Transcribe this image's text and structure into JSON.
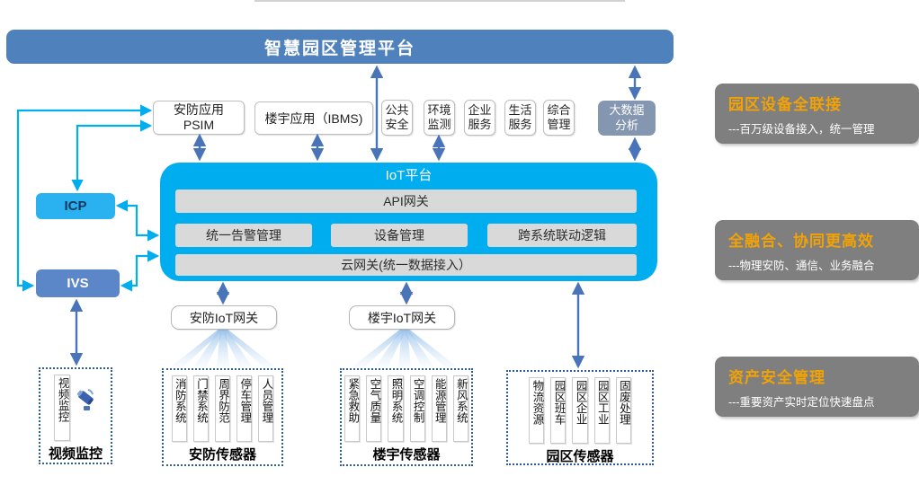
{
  "banner": {
    "title": "智慧园区管理平台"
  },
  "apps": {
    "psim": "安防应用\nPSIM",
    "ibms": "楼宇应用（IBMS)",
    "small": [
      {
        "label": "公共\n安全"
      },
      {
        "label": "环境\n监测"
      },
      {
        "label": "企业\n服务"
      },
      {
        "label": "生活\n服务"
      },
      {
        "label": "综合\n管理"
      }
    ],
    "bigdata": "大数据\n分析"
  },
  "iot": {
    "title": "IoT平台",
    "api": "API网关",
    "modules": [
      {
        "label": "统一告警管理"
      },
      {
        "label": "设备管理"
      },
      {
        "label": "跨系统联动逻辑"
      }
    ],
    "cloud": "云网关(统一数据接入）"
  },
  "left_nodes": {
    "icp": "ICP",
    "ivs": "IVS"
  },
  "gateways": {
    "security": "安防IoT网关",
    "building": "楼宇IoT网关"
  },
  "sensors": {
    "video": {
      "column": "视频监控",
      "label": "视频监控",
      "icon": "camera-icon"
    },
    "security": {
      "label": "安防传感器",
      "columns": [
        "消防系统",
        "门禁系统",
        "周界防范",
        "停车管理",
        "人员管理"
      ]
    },
    "building": {
      "label": "楼宇传感器",
      "columns": [
        "紧急救助",
        "空气质量",
        "照明系统",
        "空调控制",
        "能源管理",
        "新风系统"
      ]
    },
    "park": {
      "label": "园区传感器",
      "columns": [
        "物流资源",
        "园区班车",
        "园区企业",
        "园区工业",
        "固废处理"
      ]
    }
  },
  "benefits": [
    {
      "title": "园区设备全联接",
      "desc": "---百万级设备接入，统一管理"
    },
    {
      "title": "全融合、协同更高效",
      "desc": "---物理安防、通信、业务融合"
    },
    {
      "title": "资产安全管理",
      "desc": "---重要资产实时定位快速盘点"
    }
  ],
  "colors": {
    "accent_blue": "#4f81bd",
    "cyan": "#00aeef",
    "arrow_blue": "#4a74ba",
    "panel_gray": "#7f7f7f",
    "orange": "#f2a204",
    "blue_gray": "#8496b0",
    "bar_gray": "#d9d9d9"
  }
}
